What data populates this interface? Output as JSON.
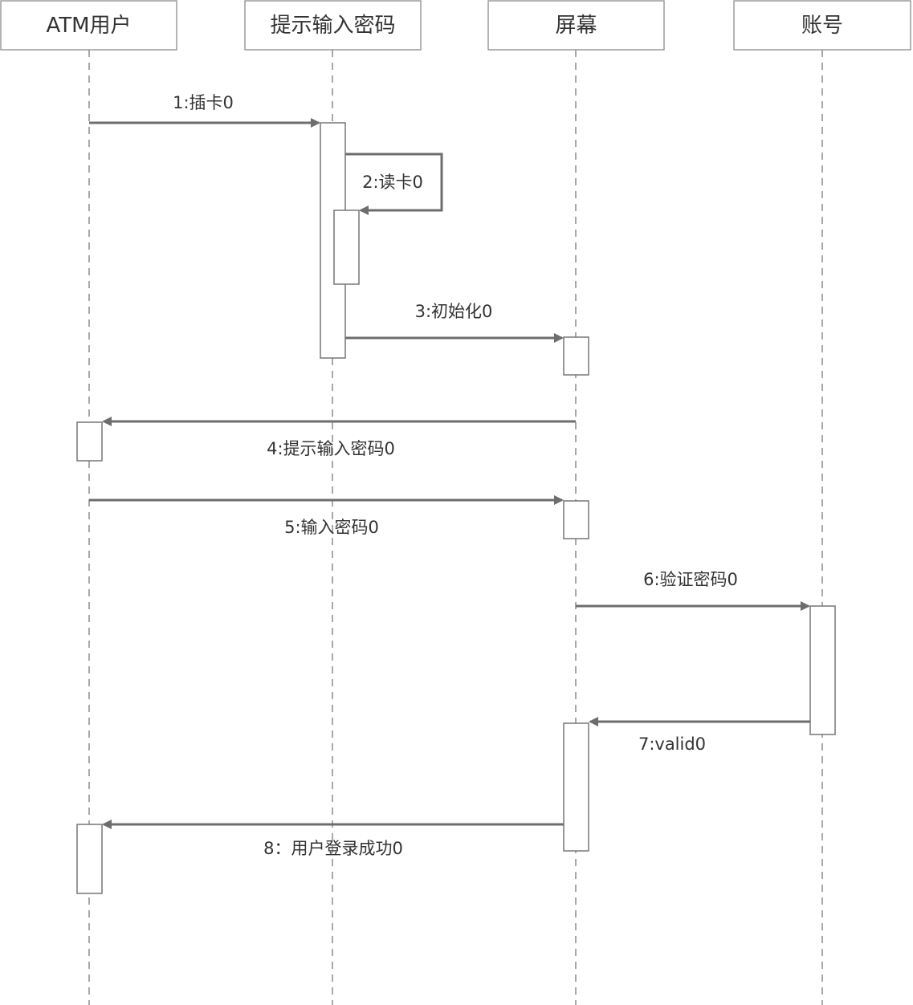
{
  "actors": [
    {
      "id": "atm-user",
      "label": "ATM用户"
    },
    {
      "id": "prompt-password",
      "label": "提示输入密码"
    },
    {
      "id": "screen",
      "label": "屏幕"
    },
    {
      "id": "account",
      "label": "账号"
    }
  ],
  "messages": [
    {
      "id": "insert-card",
      "from": "atm-user",
      "to": "prompt-password",
      "label": "1:插卡0"
    },
    {
      "id": "read-card",
      "from": "prompt-password",
      "to": "prompt-password",
      "label": "2:读卡0",
      "self": true
    },
    {
      "id": "initialize",
      "from": "prompt-password",
      "to": "screen",
      "label": "3:初始化0"
    },
    {
      "id": "prompt-input-password",
      "from": "screen",
      "to": "atm-user",
      "label": "4:提示输入密码0"
    },
    {
      "id": "input-password",
      "from": "atm-user",
      "to": "screen",
      "label": "5:输入密码0"
    },
    {
      "id": "verify-password",
      "from": "screen",
      "to": "account",
      "label": "6:验证密码0"
    },
    {
      "id": "valid",
      "from": "account",
      "to": "screen",
      "label": "7:valid0"
    },
    {
      "id": "login-success",
      "from": "screen",
      "to": "atm-user",
      "label": "8：用户登录成功0"
    }
  ],
  "colors": {
    "line": "#6d6d6d",
    "box_border": "#8c8c8c",
    "text": "#333333",
    "background": "#ffffff"
  }
}
